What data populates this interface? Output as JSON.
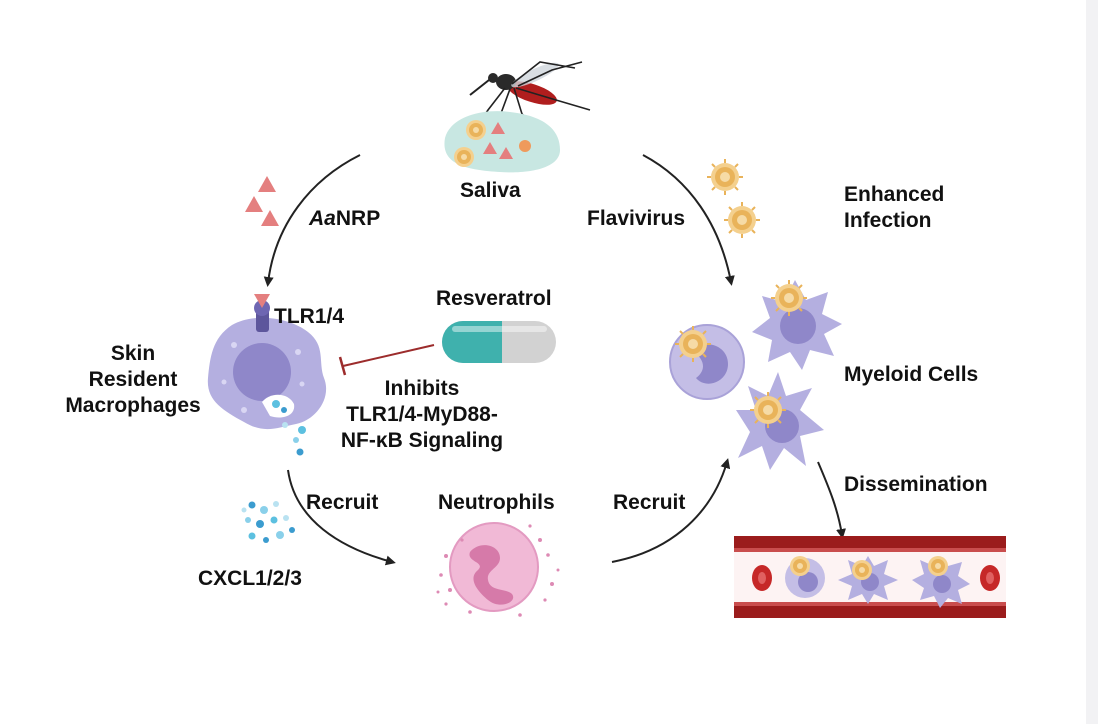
{
  "labels": {
    "saliva": "Saliva",
    "aanrp_italic": "Aa",
    "aanrp_rest": "NRP",
    "flavivirus": "Flavivirus",
    "enhanced_line1": "Enhanced",
    "enhanced_line2": "Infection",
    "tlr": "TLR1/4",
    "resveratrol": "Resveratrol",
    "macro_line1": "Skin",
    "macro_line2": "Resident",
    "macro_line3": "Macrophages",
    "inhibits_line1": "Inhibits",
    "inhibits_line2": "TLR1/4-MyD88-",
    "inhibits_line3": "NF-κB Signaling",
    "myeloid": "Myeloid Cells",
    "dissemination": "Dissemination",
    "recruit_left": "Recruit",
    "neutrophils": "Neutrophils",
    "recruit_right": "Recruit",
    "cxcl": "CXCL1/2/3"
  },
  "colors": {
    "macrophage": "#b4afe0",
    "nucleus": "#8f87c9",
    "saliva_blob": "#c8e7e2",
    "virus": "#e9b35a",
    "triangle": "#e47f7f",
    "pill_teal": "#3fb1ad",
    "pill_grey": "#d2d2d2",
    "neutrophil": "#f1b9d6",
    "vessel": "#9b1c1c",
    "inhibit_line": "#9c2c2c"
  }
}
